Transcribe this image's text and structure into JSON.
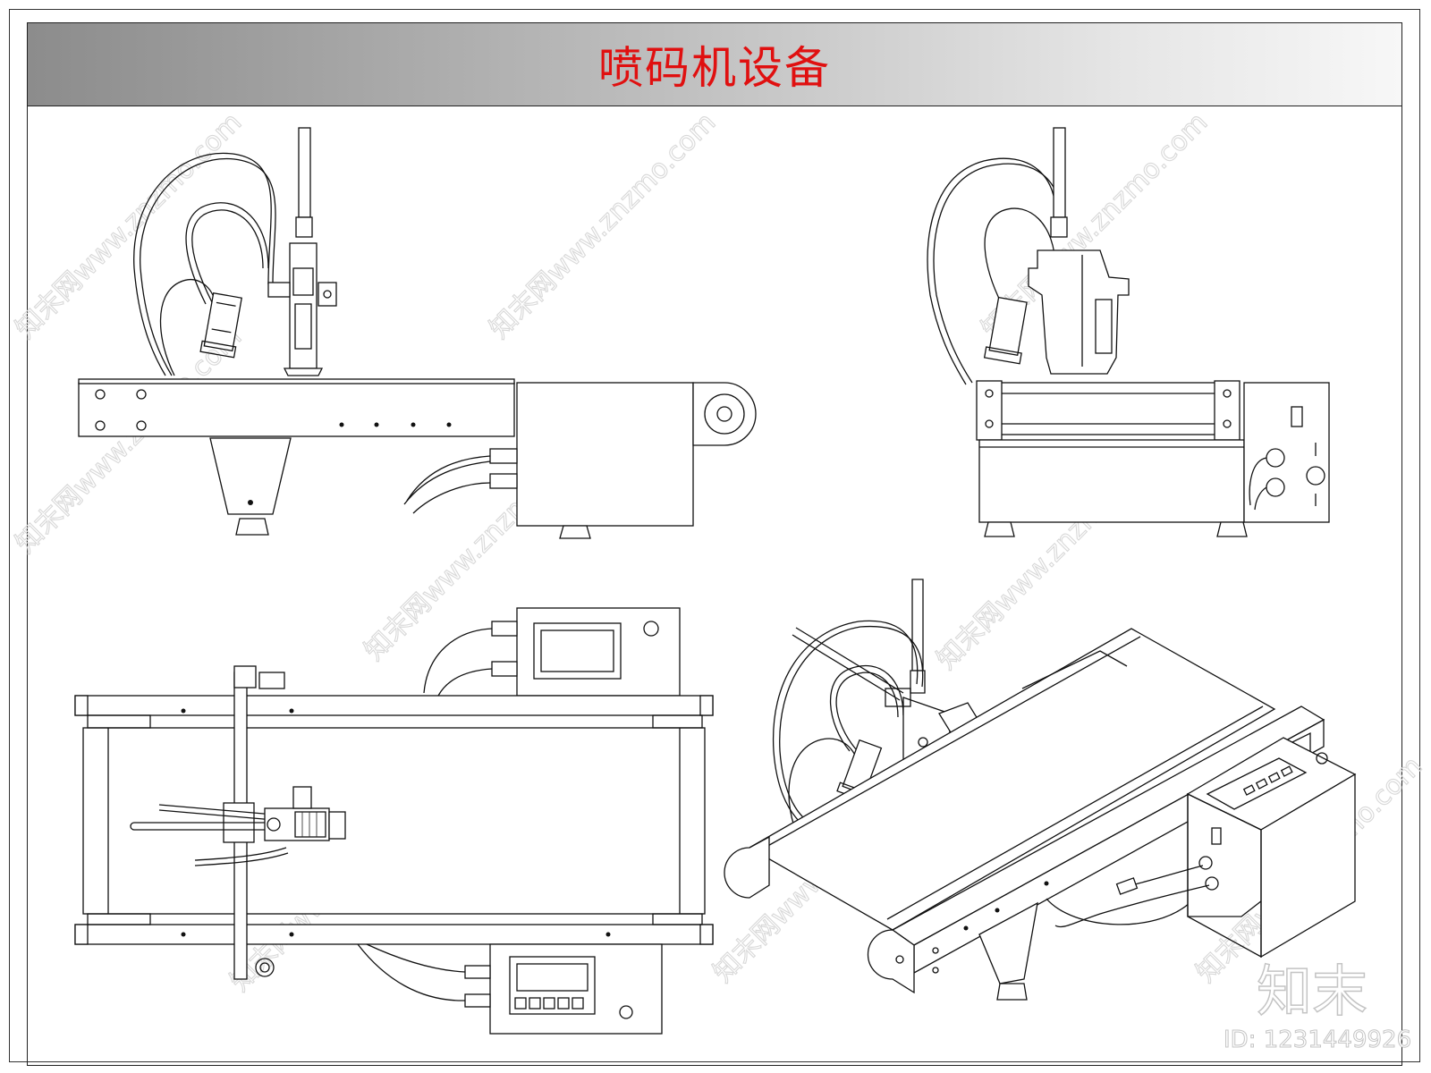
{
  "title": "喷码机设备",
  "watermark": {
    "site": "知末网www.znzmo.com",
    "brand": "知末",
    "id_label": "ID: 1231449926"
  },
  "colors": {
    "title_text": "#e01010",
    "line": "#111111",
    "watermark": "#d8d8d8"
  },
  "views": [
    {
      "id": "side-view"
    },
    {
      "id": "end-view"
    },
    {
      "id": "top-view"
    },
    {
      "id": "isometric-view"
    }
  ]
}
